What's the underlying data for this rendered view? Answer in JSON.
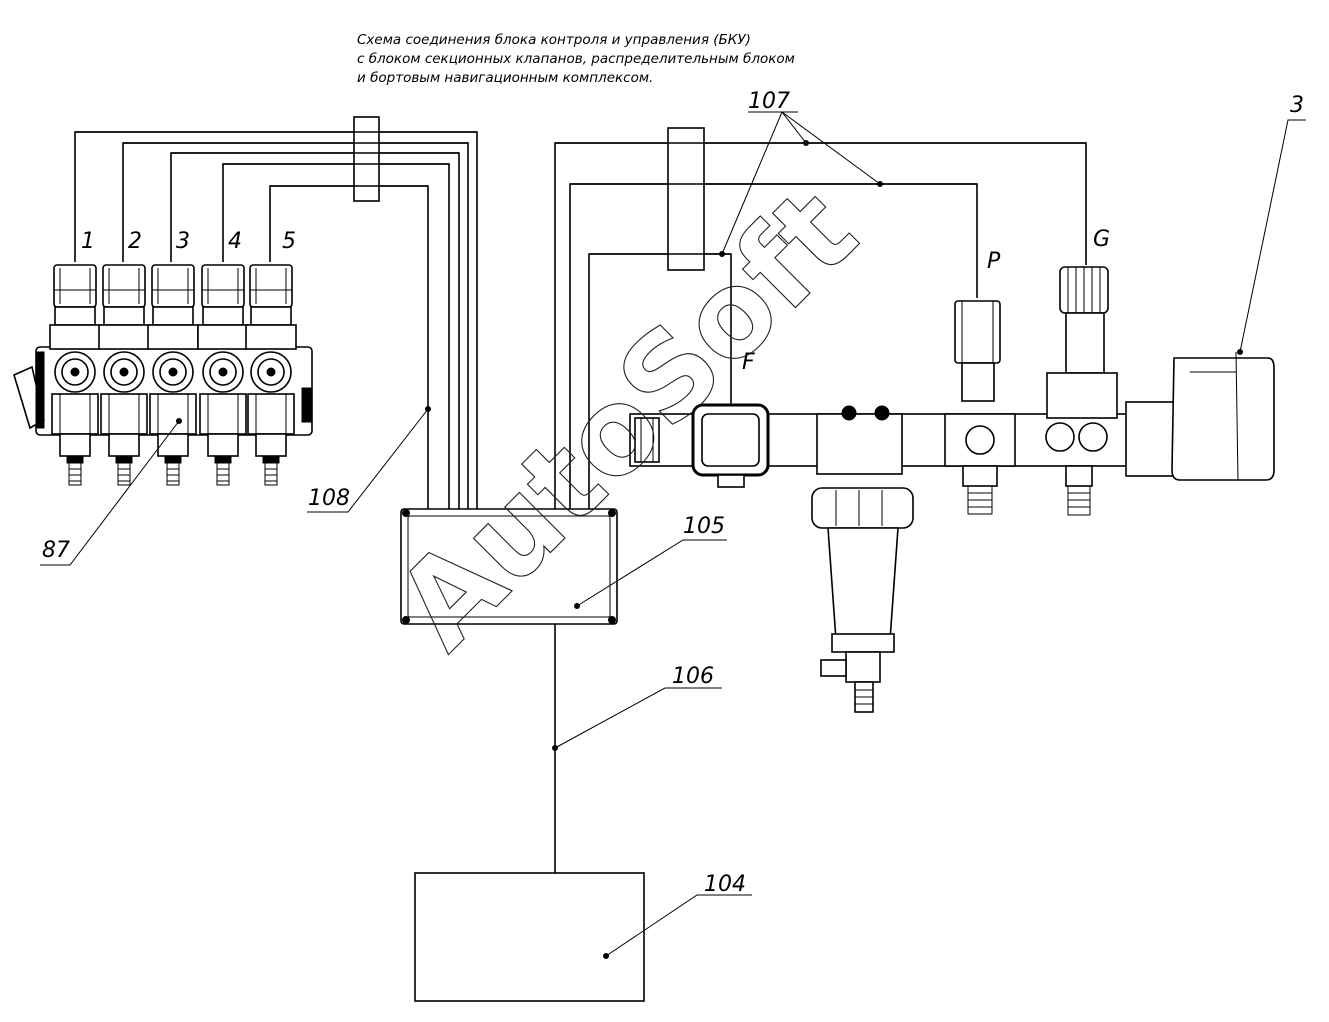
{
  "title": {
    "line1": "Схема соединения блока контроля и управления (БКУ)",
    "line2": "с блоком секционных клапанов, распределительным блоком",
    "line3": "и бортовым навигационным комплексом."
  },
  "watermark": "AutoSoft",
  "labels": {
    "section1": "1",
    "section2": "2",
    "section3": "3",
    "section4": "4",
    "section5": "5",
    "ref_87": "87",
    "ref_108": "108",
    "ref_105": "105",
    "ref_106": "106",
    "ref_104": "104",
    "ref_107": "107",
    "ref_3": "3",
    "port_f": "F",
    "port_p": "P",
    "port_g": "G"
  }
}
